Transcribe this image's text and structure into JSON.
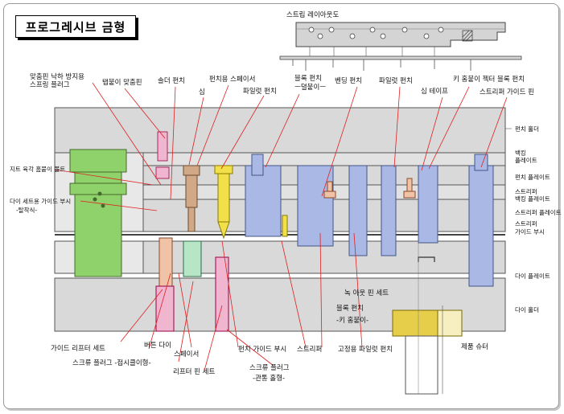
{
  "title": "프로그레시브 금형",
  "strip_title": "스트립 레이아웃도",
  "labels": {
    "l1a": "맞춤핀 낙하 방지용",
    "l1b": "스프링 플러그",
    "l2": "탭붙이 맞춤핀",
    "l3": "솔더 펀치",
    "l4": "심",
    "l5": "펀치용 스페이서",
    "l6": "파일럿 펀치",
    "l7a": "블록 펀치",
    "l7b": "ㅡ뎔붙이ㅡ",
    "l8": "벤딩 펀치",
    "l9": "파일럿 펀치",
    "l10": "심 테이프",
    "l11": "키 홈붙이 젝터 블록 펀치",
    "l12": "스트리퍼 가이드 핀",
    "r1": "펀치 홀더",
    "r2a": "백킹",
    "r2b": "플레이트",
    "r3": "펀치 플레이트",
    "r4a": "스트리퍼",
    "r4b": "백킹 플레이트",
    "r5": "스트리퍼 플레이트",
    "r6a": "스트리퍼",
    "r6b": "가이드 부시",
    "r7": "다이 플레이트",
    "r8": "다이 홀더",
    "left1": "지트 육각 홈붙이 볼트",
    "left2a": "다이 세트용 가이드 부시",
    "left2b": "-탈착식-",
    "b1": "가이드 리프터 세트",
    "b2": "버튼 다이",
    "b3": "스크류 플러그 -접시클이형-",
    "b4": "스페이서",
    "b5": "리프터 핀 세트",
    "b6": "펀치 가이드 부시",
    "b7": "스트리퍼",
    "b8a": "스크류 플러그",
    "b8b": "-관통 홀형-",
    "b9": "고정용 파일럿 펀치",
    "c1": "녹 아웃 핀 세트",
    "c2a": "블록 펀치",
    "c2b": "-키 홈붙이-",
    "c3": "제품 슈터"
  },
  "colors": {
    "plate": "#d9d9d9",
    "plate_stroke": "#555555",
    "green": "#8fd16a",
    "blue": "#a9b8e4",
    "yellow": "#f1e04a",
    "pink": "#f0b6cf",
    "brown": "#d2a987",
    "salmon": "#f0c3a6",
    "gold": "#e6cd4a",
    "leader": "#e02020"
  }
}
